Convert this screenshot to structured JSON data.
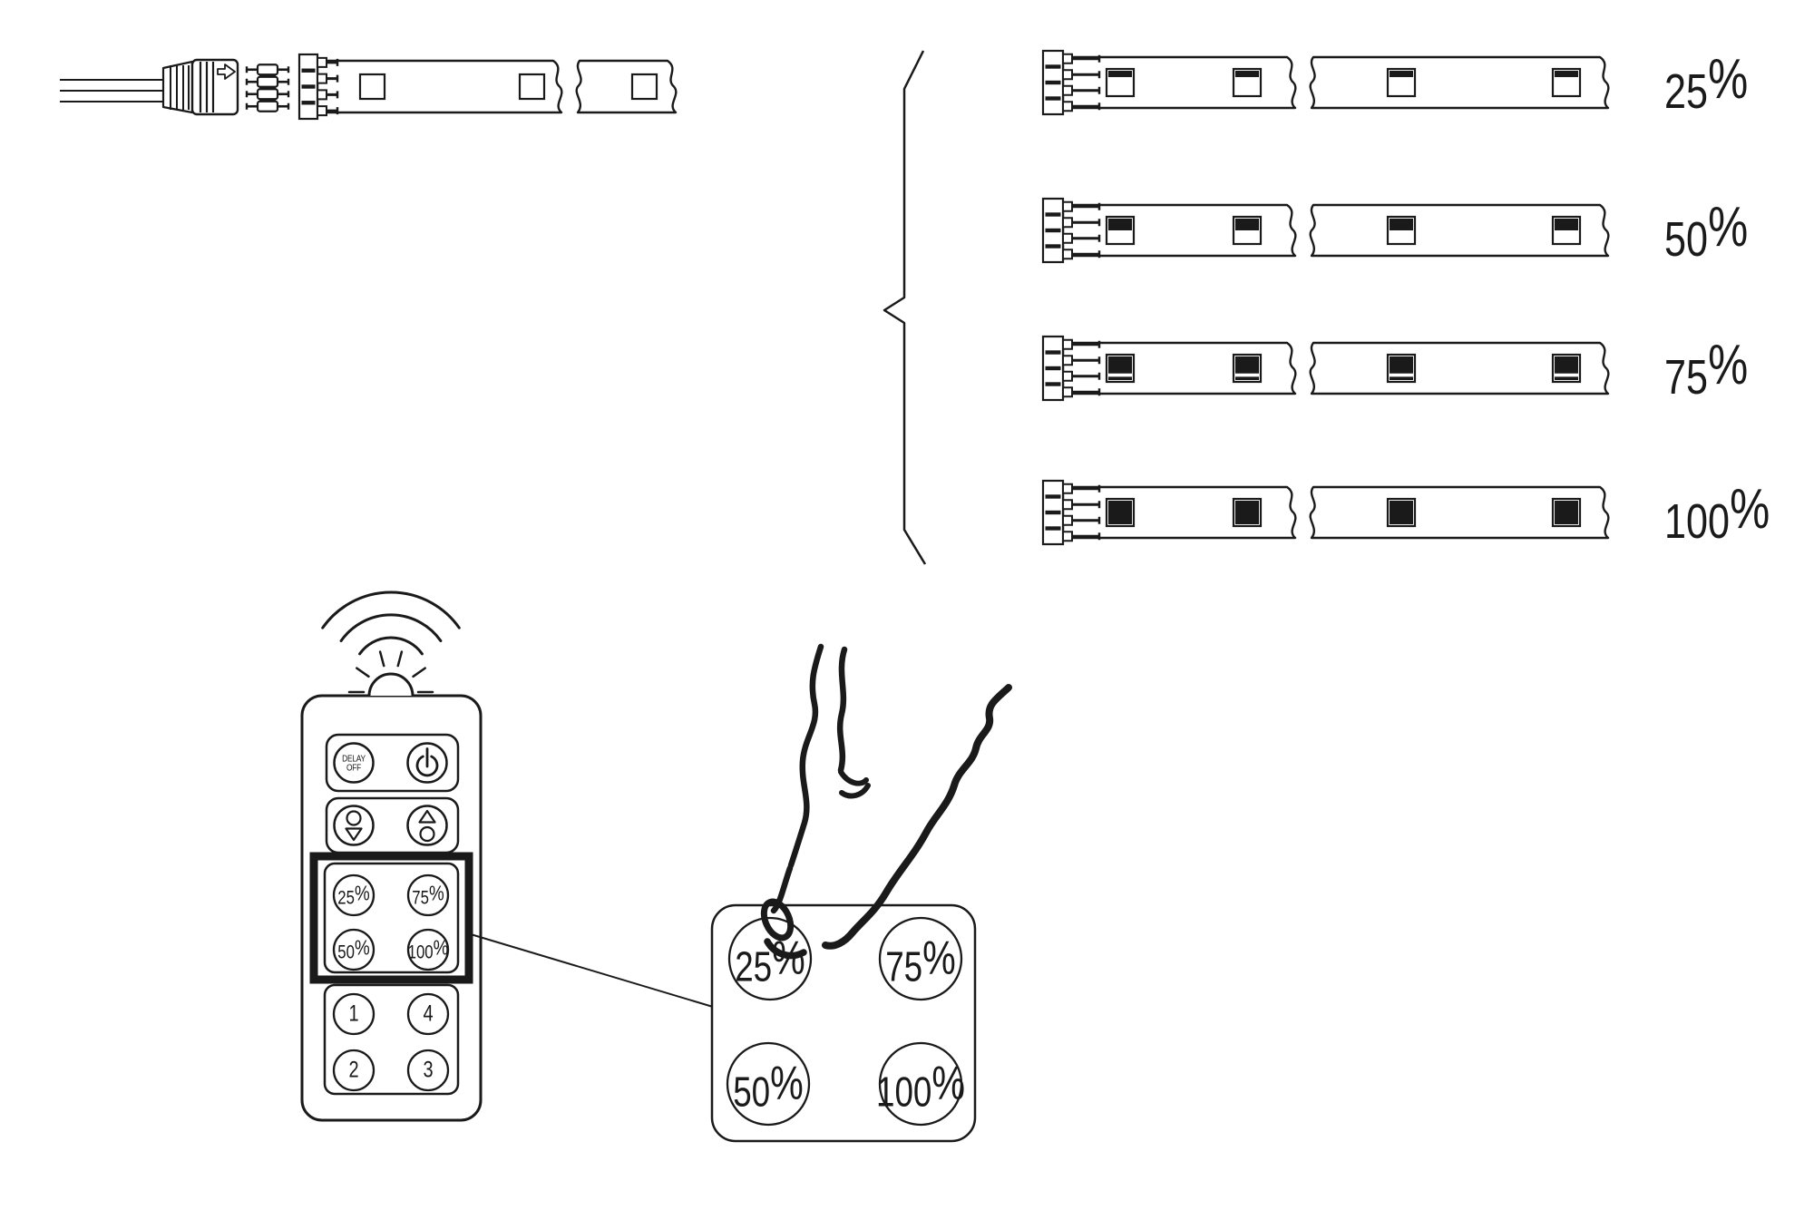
{
  "figure": {
    "background": "#ffffff",
    "line_color": "#1a1a1a"
  },
  "led_strip_assembly": {
    "connector_arrow_icon": "right-arrow",
    "pin_count": 4
  },
  "brightness_levels": {
    "rows": [
      {
        "value": "25",
        "sign": "%",
        "fill_percent": 25
      },
      {
        "value": "50",
        "sign": "%",
        "fill_percent": 50
      },
      {
        "value": "75",
        "sign": "%",
        "fill_percent": 75
      },
      {
        "value": "100",
        "sign": "%",
        "fill_percent": 100
      }
    ]
  },
  "remote": {
    "signal_icon": "wifi-waves",
    "indicator_icon": "led-sun-burst",
    "delay_off_button": {
      "line1": "DELAY",
      "line2": "OFF"
    },
    "power_button": {
      "icon": "power-icon"
    },
    "dim_button": {
      "icon": "circle-over-triangle-down"
    },
    "brighten_button": {
      "icon": "triangle-up-over-circle"
    },
    "preset_buttons": [
      {
        "value": "25",
        "sign": "%"
      },
      {
        "value": "75",
        "sign": "%"
      },
      {
        "value": "50",
        "sign": "%"
      },
      {
        "value": "100",
        "sign": "%"
      }
    ],
    "number_buttons": [
      {
        "label": "1"
      },
      {
        "label": "4"
      },
      {
        "label": "2"
      },
      {
        "label": "3"
      }
    ]
  },
  "zoom_panel": {
    "pressed_button": "25%",
    "buttons": [
      {
        "value": "25",
        "sign": "%"
      },
      {
        "value": "75",
        "sign": "%"
      },
      {
        "value": "50",
        "sign": "%"
      },
      {
        "value": "100",
        "sign": "%"
      }
    ]
  }
}
